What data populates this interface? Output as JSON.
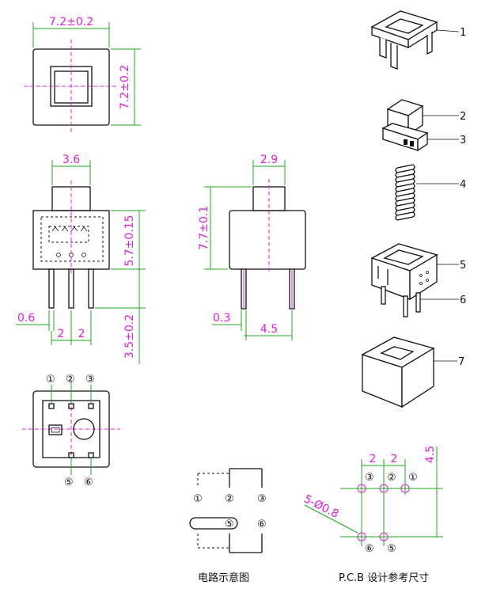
{
  "dimensions": {
    "top_width": "7.2±0.2",
    "top_height": "7.2±0.2",
    "front_plunger_width": "3.6",
    "front_body_height": "5.7±0.15",
    "front_pin_length": "3.5±0.2",
    "front_pin_width": "0.6",
    "front_pitch_left": "2",
    "front_pitch_right": "2",
    "side_plunger_width": "2.9",
    "side_total_height": "7.7±0.1",
    "side_pin_width": "0.3",
    "side_pin_spacing": "4.5",
    "pcb_pitch_left": "2",
    "pcb_pitch_right": "2",
    "pcb_row_spacing": "4.5",
    "pcb_hole": "5-Ø0.8"
  },
  "bottom_view_pins": [
    "①",
    "②",
    "③",
    "⑤",
    "⑥"
  ],
  "parts": [
    "1",
    "2",
    "3",
    "4",
    "5",
    "6",
    "7"
  ],
  "circuit": {
    "pins": [
      "①",
      "②",
      "③",
      "⑤",
      "⑥"
    ],
    "caption": "电路示意图"
  },
  "pcb": {
    "pins": [
      "③",
      "②",
      "①",
      "⑥",
      "⑤"
    ],
    "caption": "P.C.B 设计参考尺寸"
  }
}
